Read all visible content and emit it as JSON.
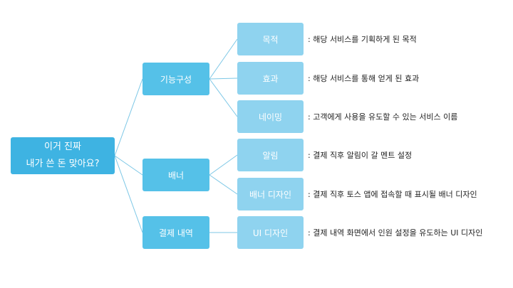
{
  "colors": {
    "root": "#3eb3e2",
    "branch": "#55c1e8",
    "leaf": "#8fd3ef",
    "connector": "#7cc7e6",
    "text_dark": "#222222"
  },
  "root": {
    "line1": "이거 진짜",
    "line2": "내가 쓴 돈 맞아요?"
  },
  "branches": [
    {
      "label": "기능구성"
    },
    {
      "label": "배너"
    },
    {
      "label": "결제 내역"
    }
  ],
  "leaves": [
    {
      "label": "목적",
      "desc": ": 해당 서비스를 기획하게 된 목적"
    },
    {
      "label": "효과",
      "desc": ": 해당 서비스를 통해 얻게 된 효과"
    },
    {
      "label": "네이밍",
      "desc": ": 고객에게 사용을 유도할 수 있는 서비스 이름"
    },
    {
      "label": "알림",
      "desc": ": 결제 직후 알림이 갈 멘트 설정"
    },
    {
      "label": "배너 디자인",
      "desc": ": 결제 직후 토스 앱에 접속할 때 표시될 배너 디자인"
    },
    {
      "label": "UI 디자인",
      "desc": ": 결제 내역 화면에서 인원 설정을 유도하는 UI 디자인"
    }
  ]
}
